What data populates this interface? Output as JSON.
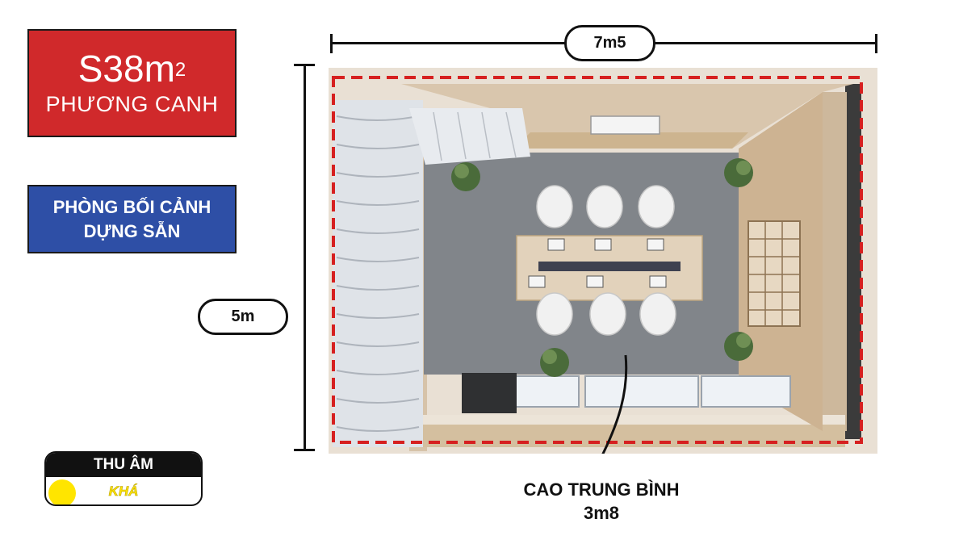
{
  "title_card": {
    "area": "S38m",
    "area_sup": "2",
    "name": "PHƯƠNG CANH"
  },
  "info_card": {
    "line1": "PHÒNG BỐI CẢNH",
    "line2": "DỰNG SẴN"
  },
  "dimensions": {
    "width": "7m5",
    "depth": "5m"
  },
  "height_label": {
    "line1": "CAO TRUNG BÌNH",
    "line2": "3m8"
  },
  "acoustic": {
    "label": "THU ÂM",
    "level": "KHÁ"
  },
  "colors": {
    "title_bg": "#d0292b",
    "info_bg": "#2e4fa6",
    "dashed_outline": "#d62020",
    "level_dot": "#ffe500"
  }
}
